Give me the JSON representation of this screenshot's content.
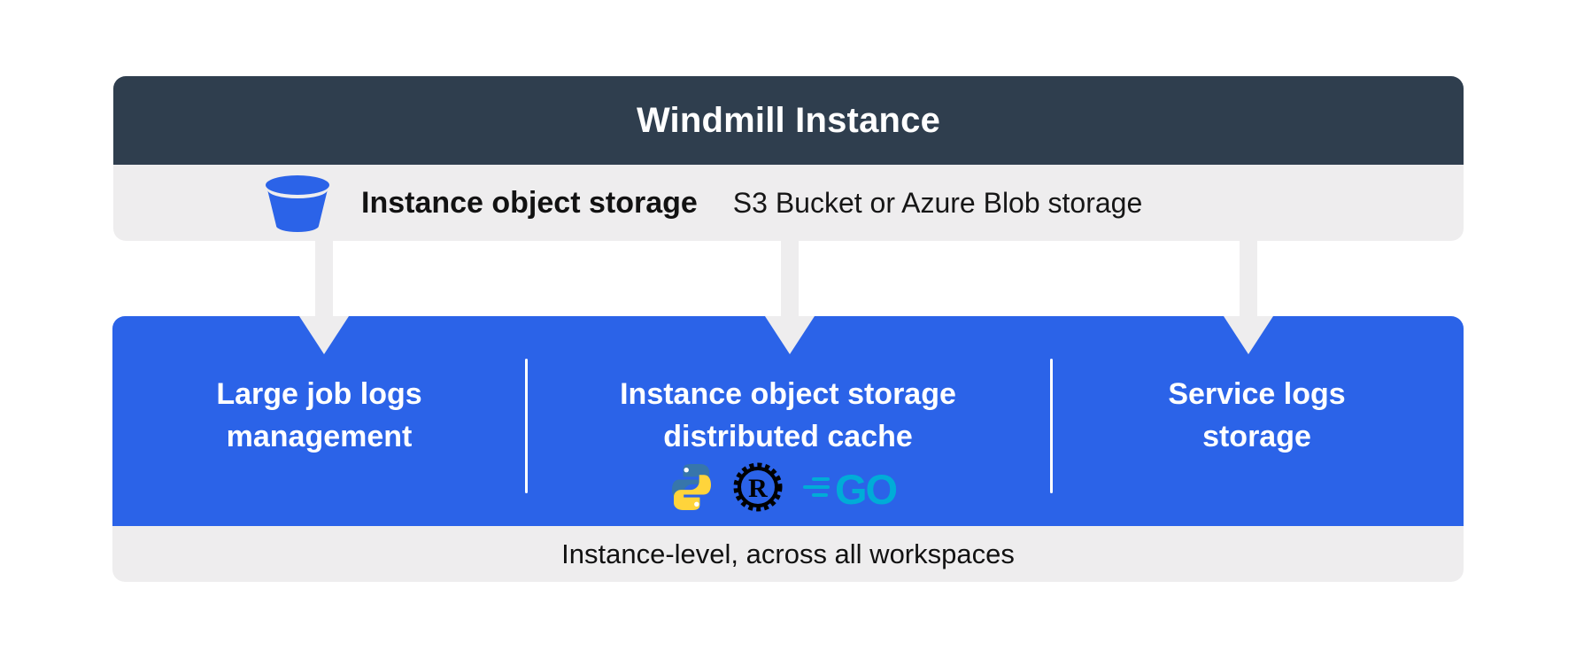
{
  "header": {
    "title": "Windmill Instance"
  },
  "subheader": {
    "icon": "bucket-icon",
    "label": "Instance object storage",
    "description": "S3 Bucket or Azure Blob storage"
  },
  "sections": [
    {
      "lines": [
        "Large job logs",
        "management"
      ]
    },
    {
      "lines": [
        "Instance object storage",
        "distributed cache"
      ],
      "icons": [
        "python-icon",
        "rust-icon",
        "go-icon"
      ]
    },
    {
      "lines": [
        "Service logs",
        "storage"
      ]
    }
  ],
  "go_logo": {
    "label": "GO"
  },
  "rust_logo": {
    "letter": "R"
  },
  "footer": {
    "label": "Instance-level, across all workspaces"
  },
  "colors": {
    "header_dark": "#2f3e4e",
    "accent_blue": "#2b63e8",
    "panel_gray": "#eeedee",
    "text_black": "#121212",
    "text_white": "#ffffff",
    "python_blue": "#3776ab",
    "python_yellow": "#ffd43b",
    "rust_black": "#000000",
    "go_teal": "#00acd7"
  }
}
